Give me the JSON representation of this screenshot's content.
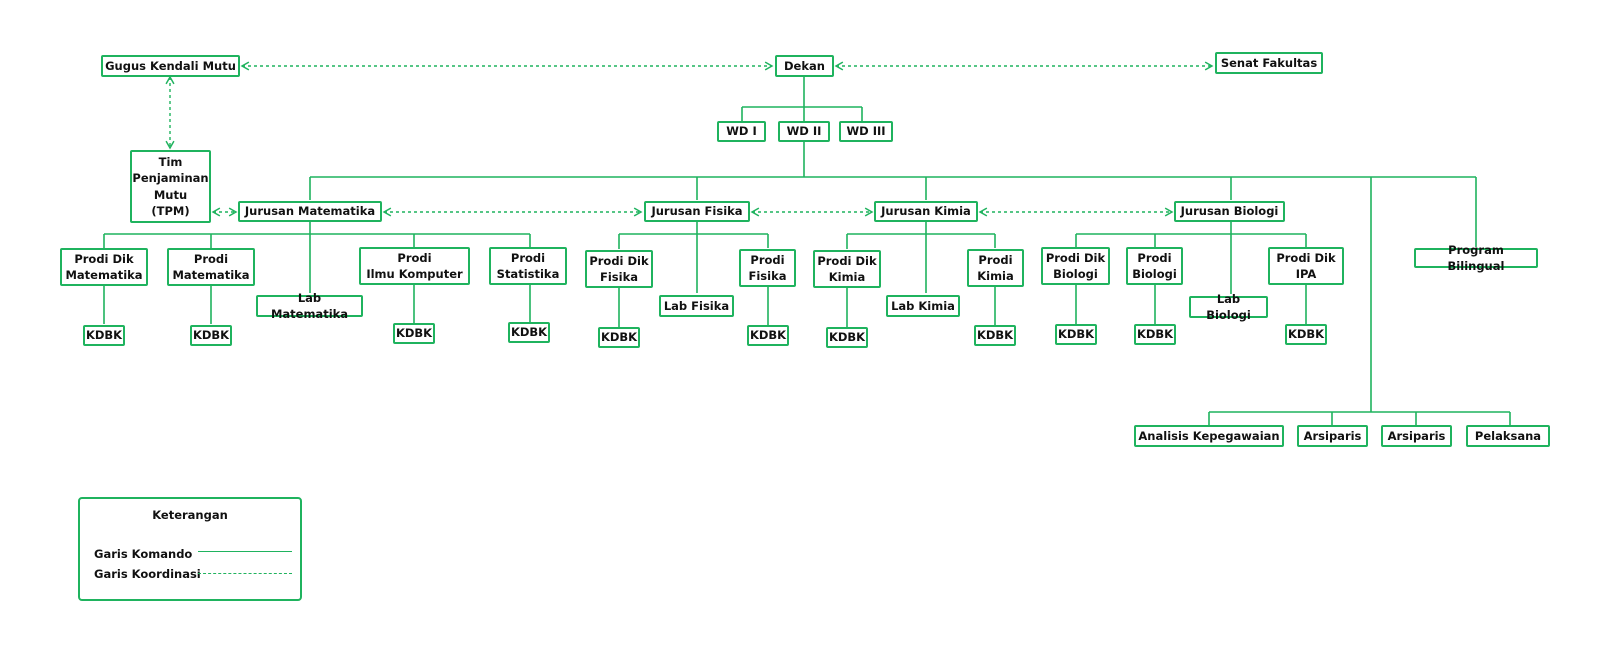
{
  "colors": {
    "line": "#1fb35e",
    "text": "#111111"
  },
  "nodes": {
    "dekan": "Dekan",
    "gugus": "Gugus Kendali Mutu",
    "senat": "Senat Fakultas",
    "tpm": "Tim\nPenjaminan\nMutu\n(TPM)",
    "wd1": "WD I",
    "wd2": "WD II",
    "wd3": "WD III",
    "jur_mat": "Jurusan Matematika",
    "jur_fis": "Jurusan Fisika",
    "jur_kim": "Jurusan Kimia",
    "jur_bio": "Jurusan Biologi",
    "program_bilingual": "Program Bilingual",
    "prodi_dik_mat": "Prodi Dik\nMatematika",
    "prodi_mat": "Prodi\nMatematika",
    "lab_mat": "Lab Matematika",
    "prodi_ilkom": "Prodi\nIlmu Komputer",
    "prodi_stat": "Prodi\nStatistika",
    "prodi_dik_fis": "Prodi Dik\nFisika",
    "lab_fis": "Lab Fisika",
    "prodi_fis": "Prodi\nFisika",
    "prodi_dik_kim": "Prodi Dik\nKimia",
    "lab_kim": "Lab Kimia",
    "prodi_kim": "Prodi\nKimia",
    "prodi_dik_bio": "Prodi Dik\nBiologi",
    "prodi_bio": "Prodi\nBiologi",
    "lab_bio": "Lab Biologi",
    "prodi_dik_ipa": "Prodi Dik\nIPA",
    "kdbk": "KDBK",
    "analisis": "Analisis Kepegawaian",
    "arsiparis": "Arsiparis",
    "pelaksana": "Pelaksana"
  },
  "legend": {
    "title": "Keterangan",
    "komando": "Garis Komando",
    "koordinasi": "Garis Koordinasi"
  }
}
